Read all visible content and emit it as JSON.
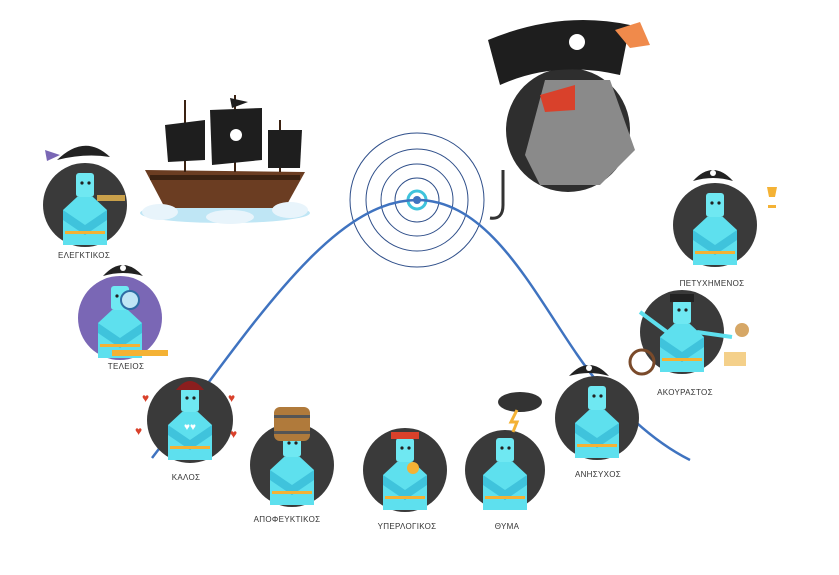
{
  "colors": {
    "curve": "#3f73c0",
    "circle_dark": "#3a3a3a",
    "circle_purple": "#7a67b5",
    "skin": "#5ee0ee",
    "hat": "#222222",
    "belt": "#f4b235",
    "accent_red": "#d9412b"
  },
  "characters": [
    {
      "label": "ΕΛΕΓΚΤΙΚΟΣ",
      "icon": "pirate-spyglass"
    },
    {
      "label": "ΤΕΛΕΙΟΣ",
      "icon": "pirate-magnifier"
    },
    {
      "label": "ΚΑΛΟΣ",
      "icon": "pirate-hearts"
    },
    {
      "label": "ΑΠΟΦΕΥΚΤΙΚΟΣ",
      "icon": "pirate-barrel"
    },
    {
      "label": "ΥΠΕΡΛΟΓΙΚΟΣ",
      "icon": "pirate-bandana"
    },
    {
      "label": "ΘΥΜΑ",
      "icon": "pirate-storm-cloud"
    },
    {
      "label": "ΑΝΗΣΥΧΟΣ",
      "icon": "pirate-worried"
    },
    {
      "label": "ΑΚΟΥΡΑΣΤΟΣ",
      "icon": "pirate-many-arms"
    },
    {
      "label": "ΠΕΤΥΧΗΜΕΝΟΣ",
      "icon": "pirate-trophy"
    }
  ]
}
